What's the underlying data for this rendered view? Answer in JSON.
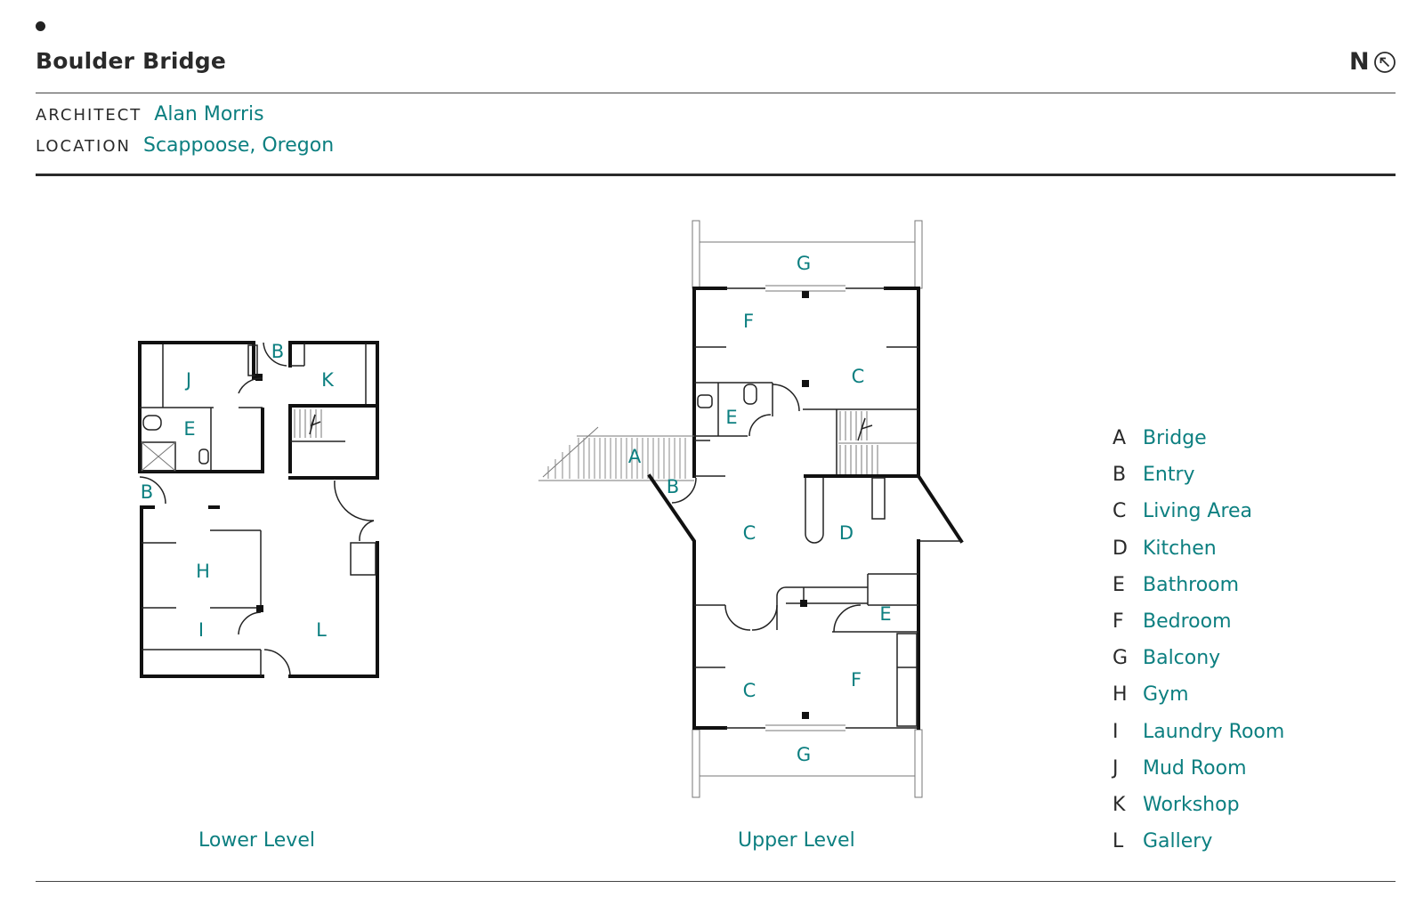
{
  "header": {
    "title": "Boulder Bridge",
    "north": "N"
  },
  "meta": {
    "architect_label": "ARCHITECT",
    "architect_value": "Alan Morris",
    "location_label": "LOCATION",
    "location_value": "Scappoose, Oregon"
  },
  "plans": {
    "lower_label": "Lower Level",
    "upper_label": "Upper Level",
    "lower_rooms": [
      "J",
      "B",
      "K",
      "E",
      "B",
      "H",
      "I",
      "L"
    ],
    "upper_rooms": [
      "G",
      "F",
      "C",
      "E",
      "A",
      "B",
      "C",
      "D",
      "E",
      "C",
      "F",
      "G"
    ]
  },
  "legend": [
    {
      "letter": "A",
      "name": "Bridge"
    },
    {
      "letter": "B",
      "name": "Entry"
    },
    {
      "letter": "C",
      "name": "Living Area"
    },
    {
      "letter": "D",
      "name": "Kitchen"
    },
    {
      "letter": "E",
      "name": "Bathroom"
    },
    {
      "letter": "F",
      "name": "Bedroom"
    },
    {
      "letter": "G",
      "name": "Balcony"
    },
    {
      "letter": "H",
      "name": "Gym"
    },
    {
      "letter": "I",
      "name": "Laundry Room"
    },
    {
      "letter": "J",
      "name": "Mud Room"
    },
    {
      "letter": "K",
      "name": "Workshop"
    },
    {
      "letter": "L",
      "name": "Gallery"
    }
  ],
  "colors": {
    "accent": "#0c7f80",
    "text": "#2a2a2a"
  }
}
